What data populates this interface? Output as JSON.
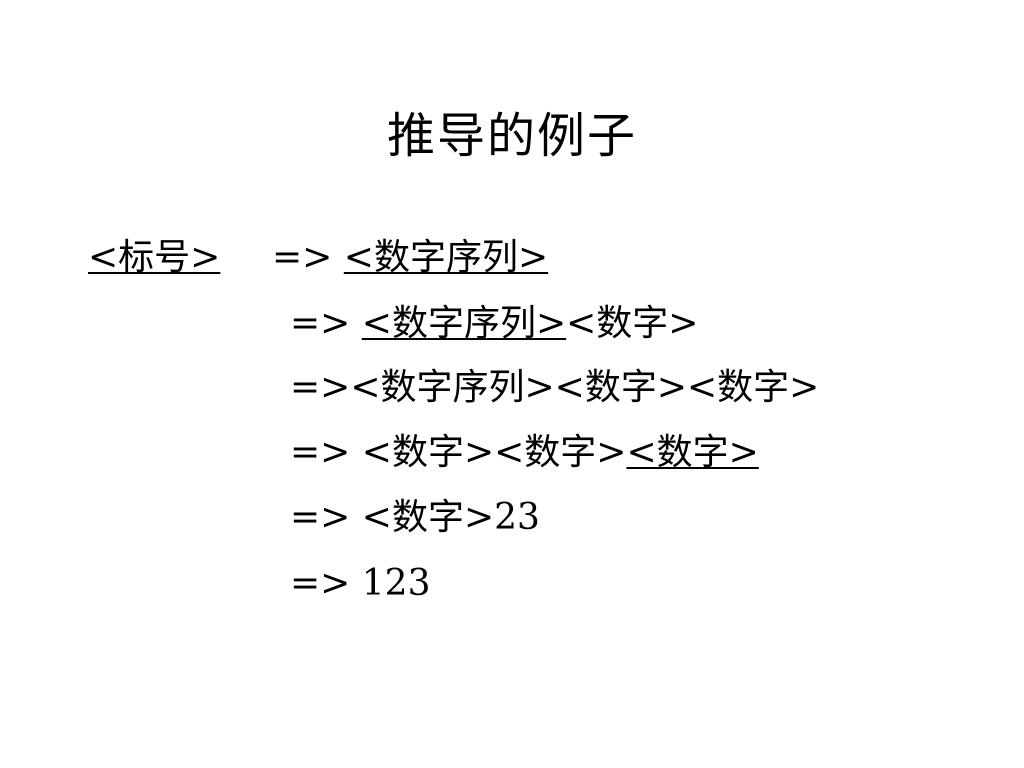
{
  "slide": {
    "title": "推导的例子",
    "lhs": "<标号>",
    "rows": [
      {
        "arrow": "=> ",
        "u1": "<数字序列>",
        "t1": ""
      },
      {
        "arrow": "=> ",
        "u1": "<数字序列>",
        "t1": "<数字>"
      },
      {
        "arrow": "=>",
        "t0": "<数字序列><数字><数字>"
      },
      {
        "arrow": "=> ",
        "t0": "<数字><数字>",
        "u1": "<数字>"
      },
      {
        "arrow": "=> ",
        "t0": "<数字>23"
      },
      {
        "arrow": "=> ",
        "t0": "123"
      }
    ]
  }
}
